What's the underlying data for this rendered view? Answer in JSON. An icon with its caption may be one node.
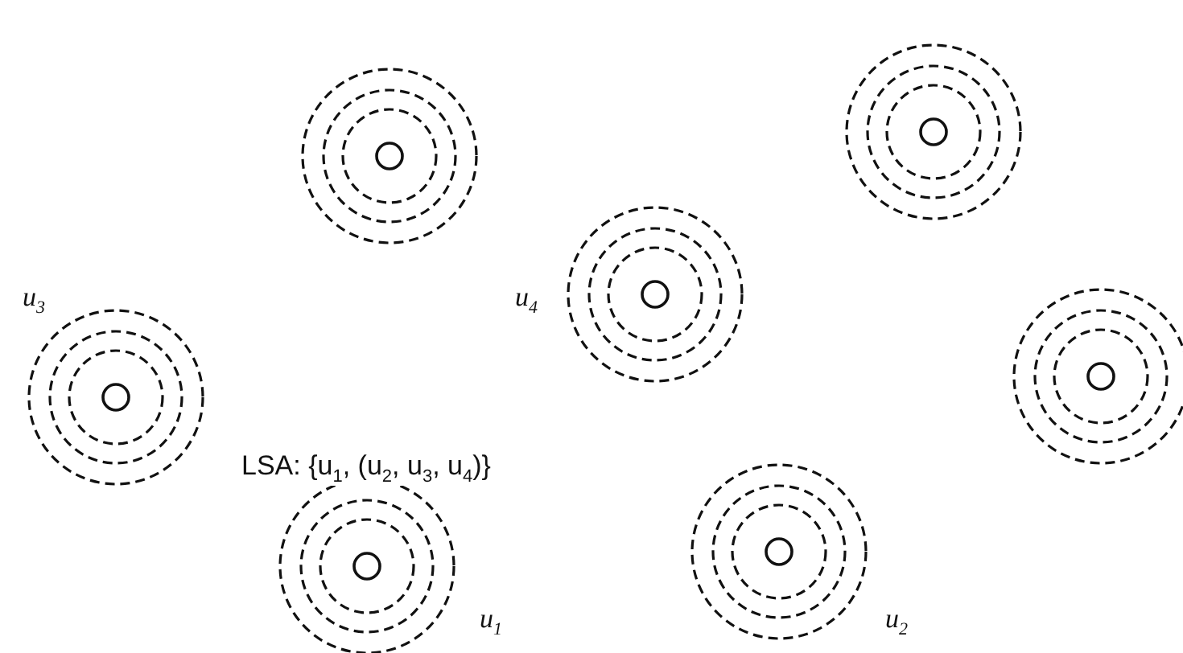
{
  "diagram": {
    "nodes": [
      {
        "text": [],
        "shape": "circle"
      },
      {
        "text": [],
        "shape": "circle"
      },
      {
        "text": [],
        "shape": "circle",
        "beside": [
          "u$_{4}$"
        ]
      },
      {
        "text": [],
        "shape": "circle",
        "beside": [
          "u$_{3}$"
        ]
      },
      {
        "text": [],
        "shape": "circle"
      },
      {
        "text": [],
        "shape": "circle",
        "beside": [
          "u$_{1}$"
        ]
      },
      {
        "text": [],
        "shape": "circle",
        "beside": [
          "u$_{2}$"
        ]
      }
    ],
    "labels": [
      "LSA: {u$_{1}$, (u$_{2}$, u$_{3}$, u$_{4}$)}"
    ]
  }
}
